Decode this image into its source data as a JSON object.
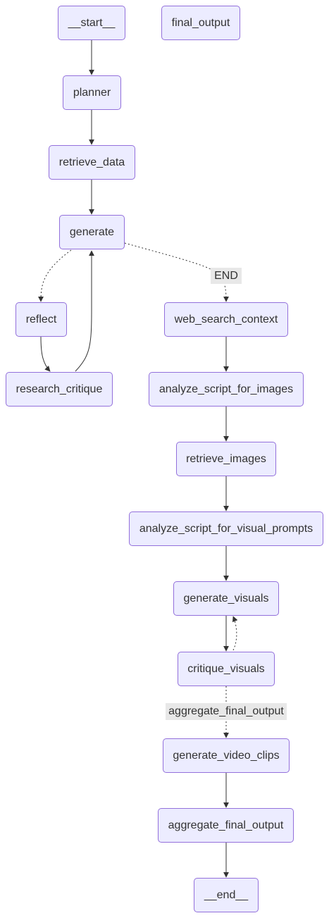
{
  "diagram": {
    "colors": {
      "node_fill": "#ECECFF",
      "node_border": "#9370DB",
      "text": "#333333",
      "edge": "#333333",
      "edge_label_bg": "#E8E8E8"
    },
    "nodes": {
      "start": "__start__",
      "final_output": "final_output",
      "planner": "planner",
      "retrieve_data": "retrieve_data",
      "generate": "generate",
      "reflect": "reflect",
      "research_critique": "research_critique",
      "web_search_context": "web_search_context",
      "analyze_script_for_images": "analyze_script_for_images",
      "retrieve_images": "retrieve_images",
      "analyze_script_for_visual_prompts": "analyze_script_for_visual_prompts",
      "generate_visuals": "generate_visuals",
      "critique_visuals": "critique_visuals",
      "generate_video_clips": "generate_video_clips",
      "aggregate_final_output": "aggregate_final_output",
      "end": "__end__"
    },
    "edge_labels": {
      "generate_to_web_search": "END",
      "critique_to_video_clips": "aggregate_final_output"
    },
    "edges": [
      {
        "from": "__start__",
        "to": "planner",
        "style": "solid"
      },
      {
        "from": "planner",
        "to": "retrieve_data",
        "style": "solid"
      },
      {
        "from": "retrieve_data",
        "to": "generate",
        "style": "solid"
      },
      {
        "from": "generate",
        "to": "reflect",
        "style": "dotted"
      },
      {
        "from": "generate",
        "to": "web_search_context",
        "style": "dotted",
        "label": "END"
      },
      {
        "from": "reflect",
        "to": "research_critique",
        "style": "solid"
      },
      {
        "from": "research_critique",
        "to": "generate",
        "style": "solid"
      },
      {
        "from": "web_search_context",
        "to": "analyze_script_for_images",
        "style": "solid"
      },
      {
        "from": "analyze_script_for_images",
        "to": "retrieve_images",
        "style": "solid"
      },
      {
        "from": "retrieve_images",
        "to": "analyze_script_for_visual_prompts",
        "style": "solid"
      },
      {
        "from": "analyze_script_for_visual_prompts",
        "to": "generate_visuals",
        "style": "solid"
      },
      {
        "from": "generate_visuals",
        "to": "critique_visuals",
        "style": "solid"
      },
      {
        "from": "critique_visuals",
        "to": "generate_visuals",
        "style": "dotted"
      },
      {
        "from": "critique_visuals",
        "to": "generate_video_clips",
        "style": "dotted",
        "label": "aggregate_final_output"
      },
      {
        "from": "generate_video_clips",
        "to": "aggregate_final_output",
        "style": "solid"
      },
      {
        "from": "aggregate_final_output",
        "to": "__end__",
        "style": "solid"
      }
    ]
  }
}
